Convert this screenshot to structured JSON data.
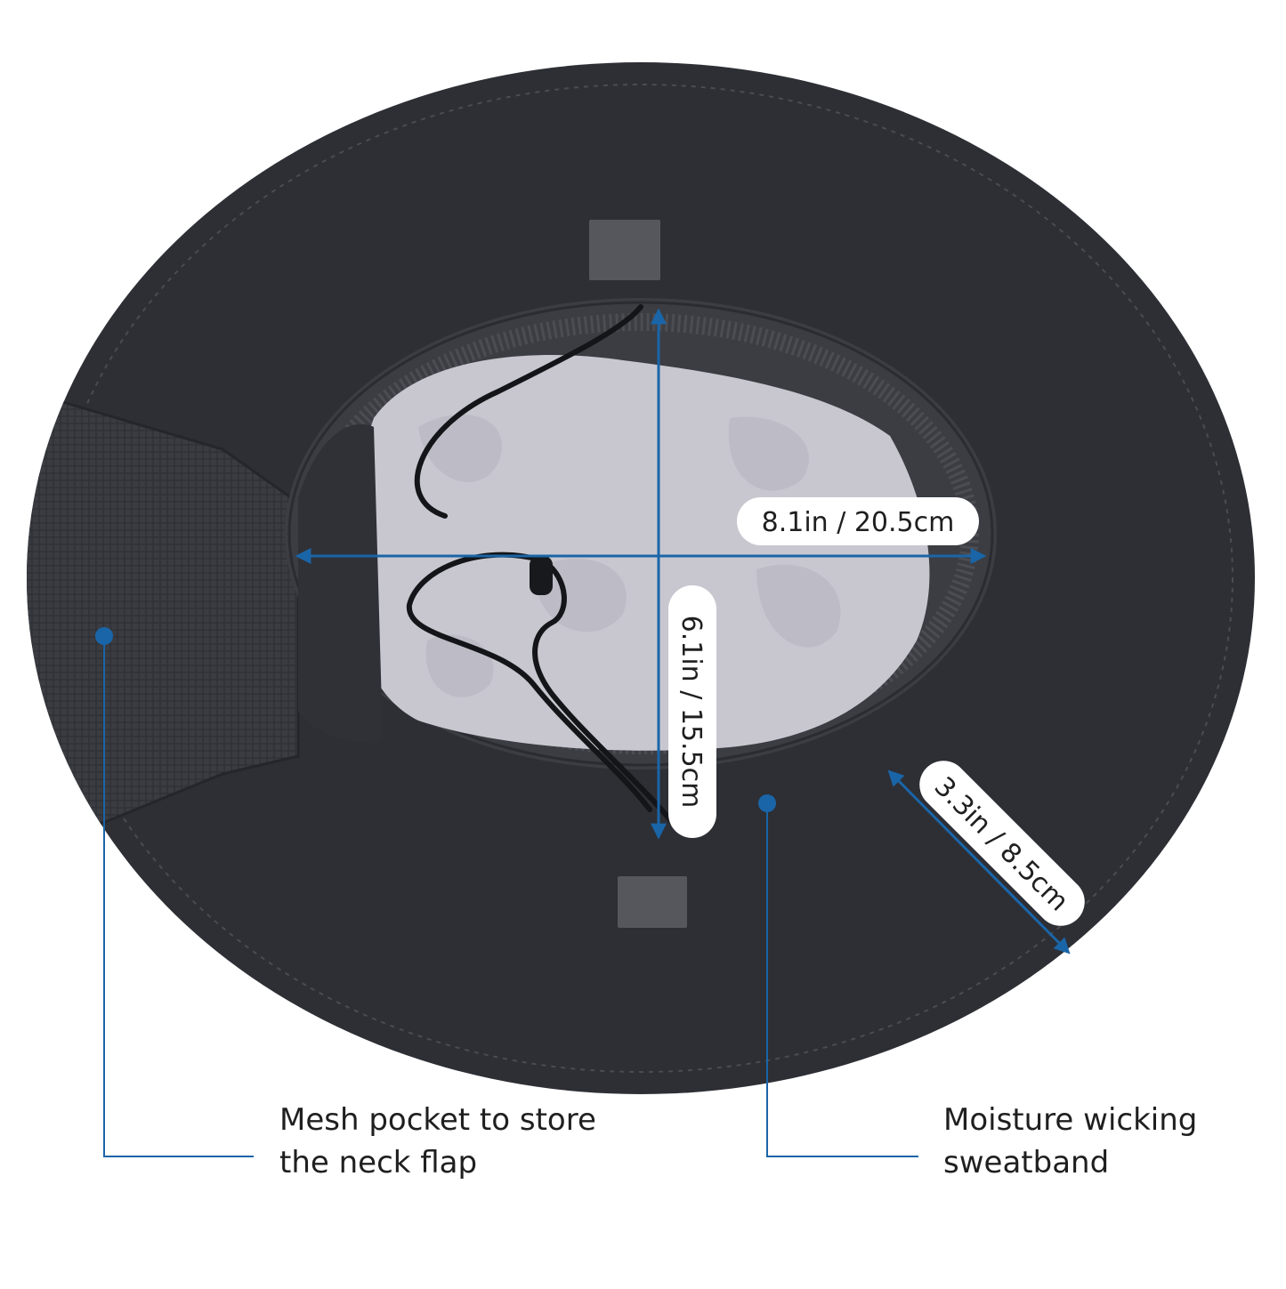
{
  "colors": {
    "background": "#ffffff",
    "brim": "#2d2f35",
    "brim_edge": "#26282d",
    "mesh": "#3a3c42",
    "sweatband": "#3b3d43",
    "lining": "#c8c7d0",
    "velcro": "#55575d",
    "accent": "#1a65a8",
    "label_bg": "#ffffff",
    "label_text": "#1f1f1f"
  },
  "dimensions": {
    "width_label": "8.1in / 20.5cm",
    "length_label": "6.1in / 15.5cm",
    "brim_label": "3.3in / 8.5cm"
  },
  "callouts": {
    "mesh_pocket": {
      "line1": "Mesh pocket to store",
      "line2": "the neck flap"
    },
    "sweatband": {
      "line1": "Moisture wicking",
      "line2": "sweatband"
    }
  }
}
